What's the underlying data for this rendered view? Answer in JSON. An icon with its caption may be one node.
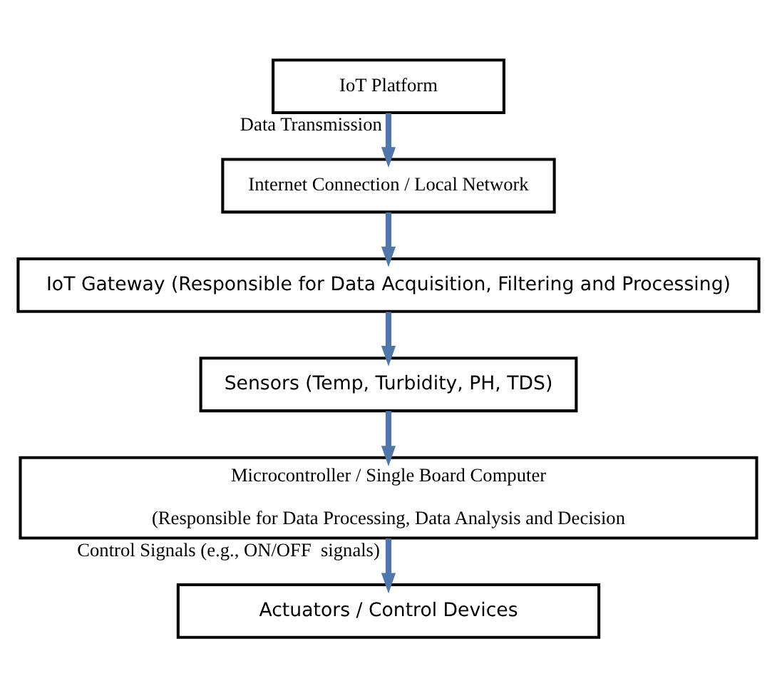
{
  "diagram": {
    "nodes": [
      {
        "text": [
          "IoT Platform"
        ]
      },
      {
        "text": [
          "Internet Connection / Local Network"
        ]
      },
      {
        "text": [
          "IoT Gateway (Responsible for Data Acquisition, Filtering and Processing)"
        ]
      },
      {
        "text": [
          "Sensors (Temp, Turbidity, PH, TDS)"
        ]
      },
      {
        "text": [
          "Microcontroller / Single Board Computer",
          "(Responsible for Data Processing, Data Analysis and Decision"
        ]
      },
      {
        "text": [
          "Actuators / Control Devices"
        ]
      }
    ],
    "edges": [
      {
        "from": 0,
        "to": 1,
        "arrow": "to",
        "label": "Data Transmission"
      },
      {
        "from": 1,
        "to": 2,
        "arrow": "to"
      },
      {
        "from": 2,
        "to": 3,
        "arrow": "to"
      },
      {
        "from": 3,
        "to": 4,
        "arrow": "to"
      },
      {
        "from": 4,
        "to": 5,
        "arrow": "to",
        "label": "Control Signals (e.g., ON/OFF  signals)"
      }
    ]
  }
}
